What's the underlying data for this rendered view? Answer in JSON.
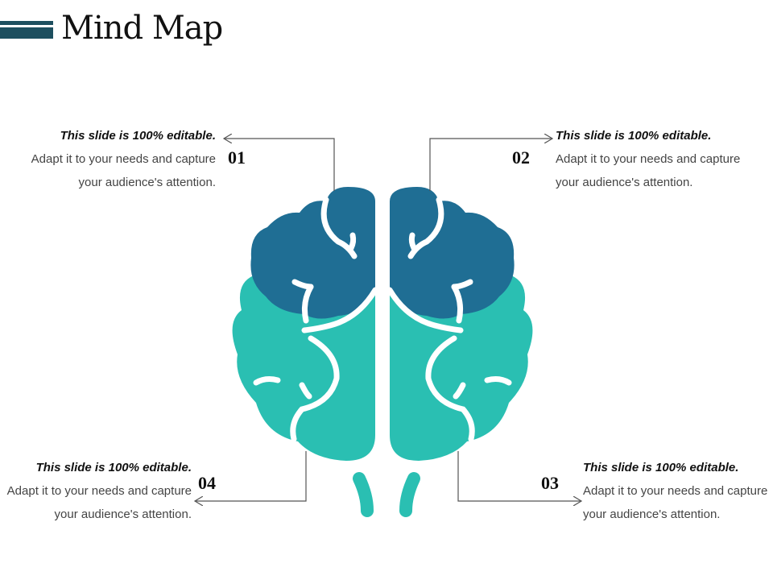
{
  "title": "Mind Map",
  "colors": {
    "title_bar": "#1d4f5f",
    "top_lobes": "#1f6e94",
    "bottom_lobes": "#2abfb2",
    "connector": "#555555"
  },
  "items": [
    {
      "number": "01",
      "heading": "This slide is 100% editable.",
      "body": "Adapt it to your needs and capture your audience's attention."
    },
    {
      "number": "02",
      "heading": "This slide is 100% editable.",
      "body": "Adapt it to your needs and capture your audience's attention."
    },
    {
      "number": "03",
      "heading": "This slide is 100% editable.",
      "body": "Adapt it to your needs and capture your audience's attention."
    },
    {
      "number": "04",
      "heading": "This slide is 100% editable.",
      "body": "Adapt it to your needs and capture your audience's attention."
    }
  ]
}
